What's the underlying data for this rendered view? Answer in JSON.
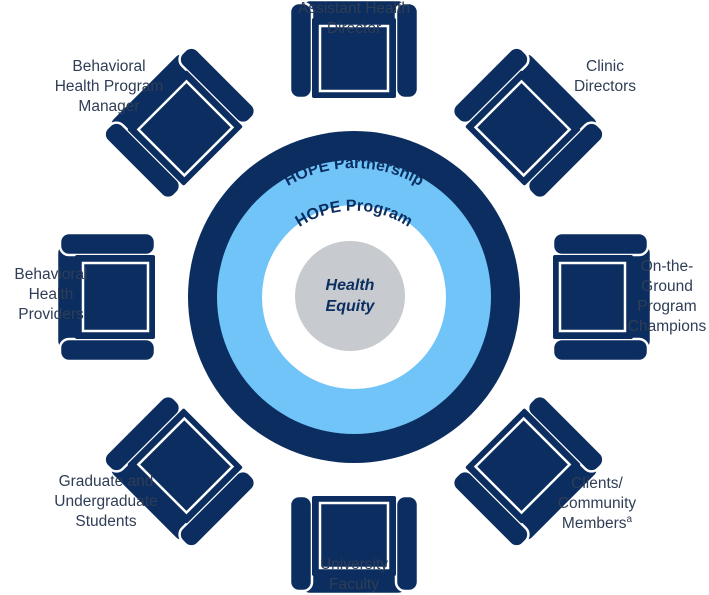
{
  "colors": {
    "navy": "#0b2d5f",
    "light_blue": "#70c4f8",
    "white": "#ffffff",
    "gray": "#c7cace",
    "label_text": "#2f3d56"
  },
  "rings": {
    "outer": "HOPE Partnership",
    "middle": "HOPE Program",
    "center_line1": "Health",
    "center_line2": "Equity"
  },
  "seats": [
    {
      "id": "top",
      "label": "Assistant Health\nDirector"
    },
    {
      "id": "top-right",
      "label": "Clinic\nDirectors"
    },
    {
      "id": "right",
      "label": "On-the-\nGround\nProgram\nChampions"
    },
    {
      "id": "bottom-right",
      "label": "Clients/\nCommunity\nMembers",
      "footnote": "a"
    },
    {
      "id": "bottom",
      "label": "University\nFaculty"
    },
    {
      "id": "bottom-left",
      "label": "Graduate and\nUndergraduate\nStudents"
    },
    {
      "id": "left",
      "label": "Behavioral\nHealth\nProviders"
    },
    {
      "id": "top-left",
      "label": "Behavioral\nHealth Program\nManager"
    }
  ]
}
